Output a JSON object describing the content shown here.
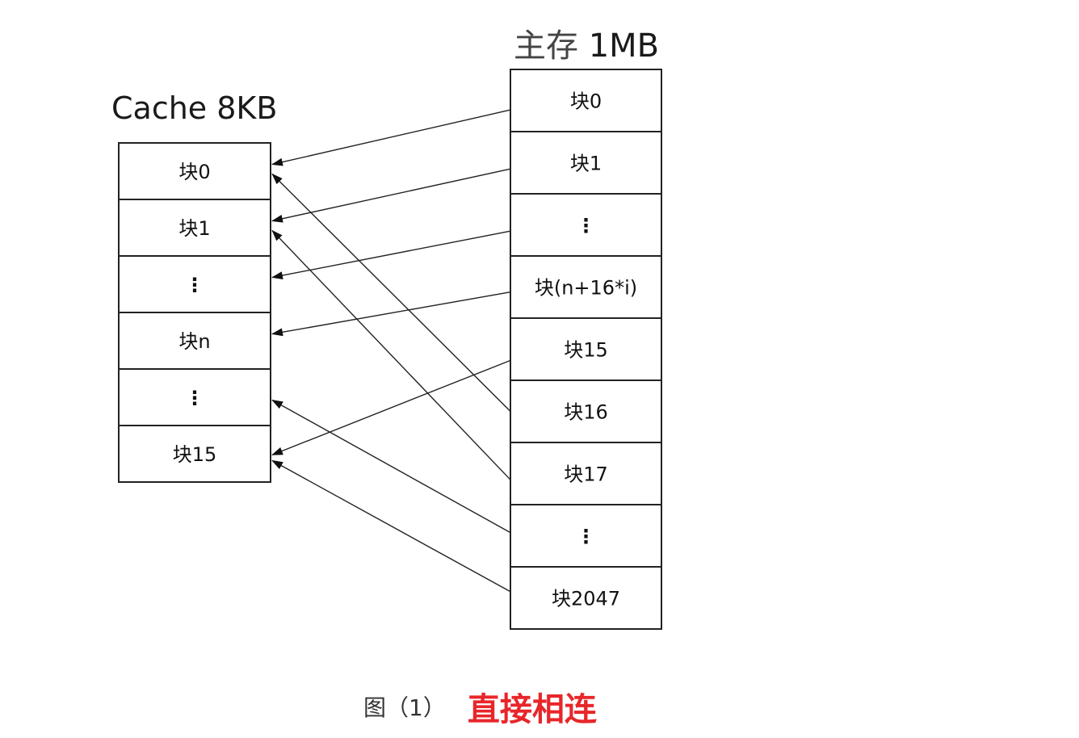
{
  "cache": {
    "title": "Cache 8KB",
    "blocks": [
      "块0",
      "块1",
      "⋮",
      "块n",
      "⋮",
      "块15"
    ]
  },
  "memory": {
    "title_cn": "主存",
    "title_en": "1MB",
    "blocks": [
      "块0",
      "块1",
      "⋮",
      "块(n+16*i)",
      "块15",
      "块16",
      "块17",
      "⋮",
      "块2047"
    ]
  },
  "mappings": [
    {
      "from": "块0",
      "to": "块0"
    },
    {
      "from": "块1",
      "to": "块1"
    },
    {
      "from": "⋮",
      "to": "⋮"
    },
    {
      "from": "块(n+16*i)",
      "to": "块n"
    },
    {
      "from": "块15",
      "to": "块15"
    },
    {
      "from": "块16",
      "to": "块0"
    },
    {
      "from": "块17",
      "to": "块1"
    },
    {
      "from": "⋮",
      "to": "⋮"
    },
    {
      "from": "块2047",
      "to": "块15"
    }
  ],
  "caption": {
    "figure": "图（1）",
    "label": "直接相连"
  },
  "colors": {
    "caption_label": "#e8262a",
    "line": "#222222"
  }
}
